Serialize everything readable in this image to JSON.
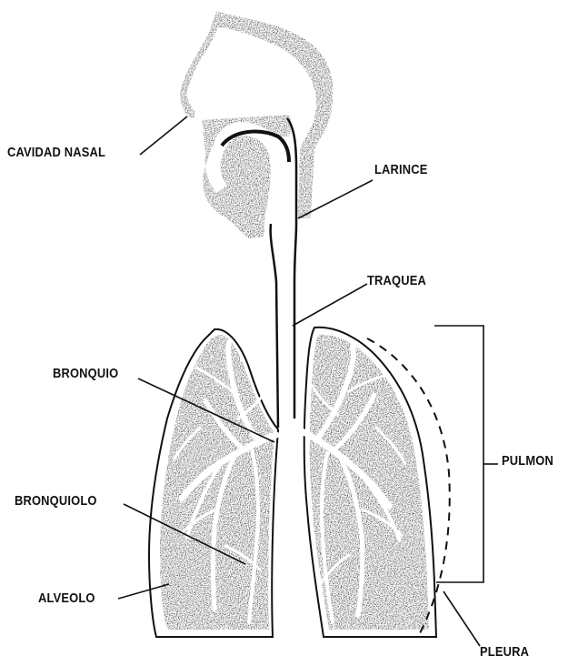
{
  "figure": {
    "labels": {
      "cavidad_nasal": "CAVIDAD NASAL",
      "larince": "LARINCE",
      "traquea": "TRAQUEA",
      "bronquio": "BRONQUIO",
      "bronquiolo": "BRONQUIOLO",
      "alveolo": "ALVEOLO",
      "pulmon": "PULMON",
      "pleura": "PLEURA"
    },
    "colors": {
      "ink": "#111111",
      "paper": "#ffffff",
      "stipple": "#2a2a2a"
    }
  }
}
